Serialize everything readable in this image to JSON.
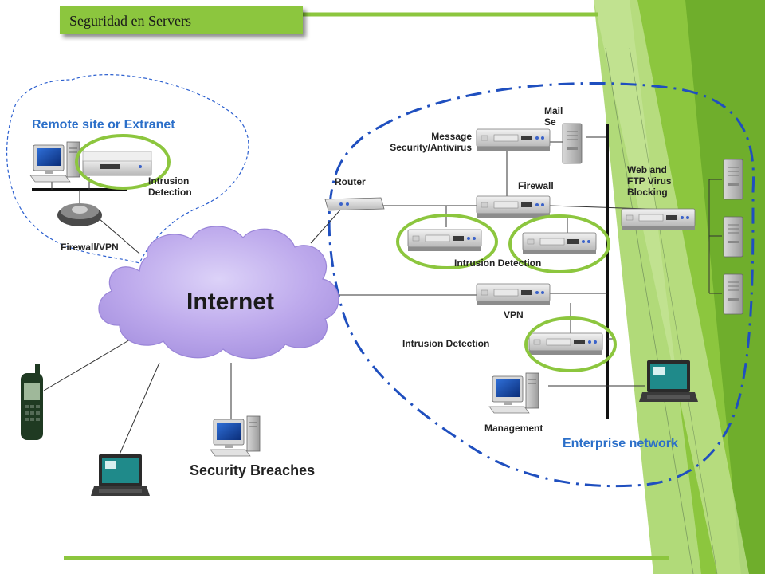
{
  "header": {
    "title": "Seguridad en Servers"
  },
  "colors": {
    "accent_green": "#8cc63e",
    "dark_green": "#5a9a1e",
    "zone_blue": "#1f4fbf",
    "ring_green": "#8cc63e",
    "cloud": "#b9a6ea"
  },
  "zones": {
    "remote": {
      "label": "Remote site or Extranet"
    },
    "enterprise": {
      "label": "Enterprise network"
    }
  },
  "cloud": {
    "label": "Internet"
  },
  "nodes": {
    "intrusion_remote": {
      "label_line1": "Intrusion",
      "label_line2": "Detection"
    },
    "firewall_vpn": {
      "label": "Firewall/VPN"
    },
    "router": {
      "label": "Router"
    },
    "message_security": {
      "label_line1": "Message",
      "label_line2": "Security/Antivirus"
    },
    "mail_server": {
      "label_line1": "Mail",
      "label_line2": "Se"
    },
    "firewall": {
      "label": "Firewall"
    },
    "web_ftp": {
      "label_line1": "Web and",
      "label_line2": "FTP Virus",
      "label_line3": "Blocking"
    },
    "intrusion_mid": {
      "label": "Intrusion Detection"
    },
    "vpn": {
      "label": "VPN"
    },
    "intrusion_low": {
      "label": "Intrusion Detection"
    },
    "management": {
      "label": "Management"
    },
    "security_breaches": {
      "label": "Security Breaches"
    }
  },
  "icons": [
    "desktop-computer-icon",
    "rack-appliance-icon",
    "modem-icon",
    "router-icon",
    "tower-server-icon",
    "mobile-phone-icon",
    "laptop-icon"
  ]
}
